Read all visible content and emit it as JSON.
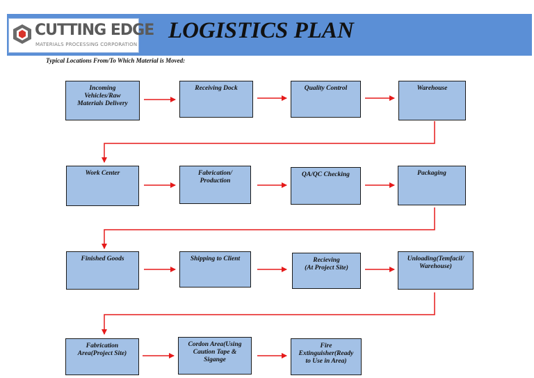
{
  "header": {
    "title": "LOGISTICS PLAN",
    "brand_name": "CUTTING EDGE",
    "brand_tagline": "MATERIALS PROCESSING CORPORATION",
    "background_color": "#5b8fd6",
    "logo_icon": "cutting-edge-logo-icon"
  },
  "subtitle": "Typical Locations From/To Which Material is Moved:",
  "colors": {
    "box_fill": "#a3c1e6",
    "box_border": "#1a1a1a",
    "arrow": "#e51a1a"
  },
  "steps": [
    {
      "label": "Incoming\nVehicles/Raw\nMaterials Delivery"
    },
    {
      "label": "Receiving Dock"
    },
    {
      "label": "Quality Control"
    },
    {
      "label": "Warehouse"
    },
    {
      "label": "Work Center"
    },
    {
      "label": "Fabrication/\nProduction"
    },
    {
      "label": "QA/QC Checking"
    },
    {
      "label": "Packaging"
    },
    {
      "label": "Finished Goods"
    },
    {
      "label": "Shipping to Client"
    },
    {
      "label": "Recieving\n(At Project Site)"
    },
    {
      "label": "Unloading(Temfacil/\nWarehouse)"
    },
    {
      "label": "Fabrication\nArea(Project Site)"
    },
    {
      "label": "Cordon Area(Using\nCaution Tape &\nSigange"
    },
    {
      "label": "Fire\nExtinguisher(Ready\nto Use in Area)"
    }
  ]
}
